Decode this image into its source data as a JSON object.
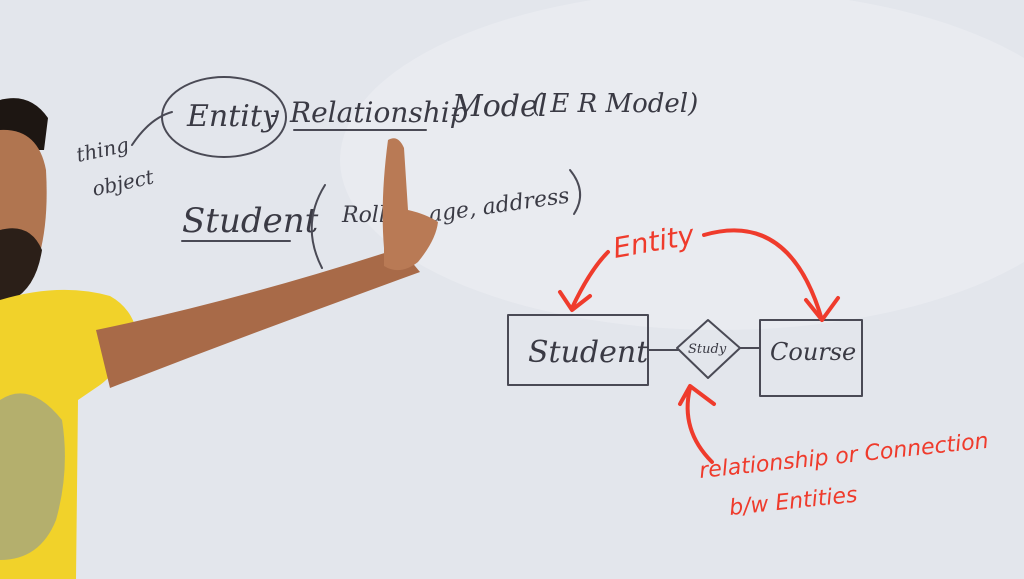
{
  "board": {
    "title_entity": "Entity",
    "title_dash": "-",
    "title_relationship": "Relationship",
    "title_model": "Model",
    "title_er": "( E R Model)",
    "note_thing": "thing",
    "note_object": "object",
    "student_word": "Student",
    "student_attrs_1": "Roll",
    "student_attrs_2": "age, address",
    "paren_close": ")"
  },
  "diagram": {
    "entity_label": "Entity",
    "student_box": "Student",
    "relation_diamond": "Study",
    "course_box": "Course",
    "note_line1": "relationship or Connection",
    "note_line2": "b/w Entities"
  },
  "colors": {
    "board": "#dfe2ea",
    "ink": "#4a4a55",
    "marker_red": "#ef3b2c",
    "shirt": "#f1d22a",
    "skin": "#b07550"
  }
}
